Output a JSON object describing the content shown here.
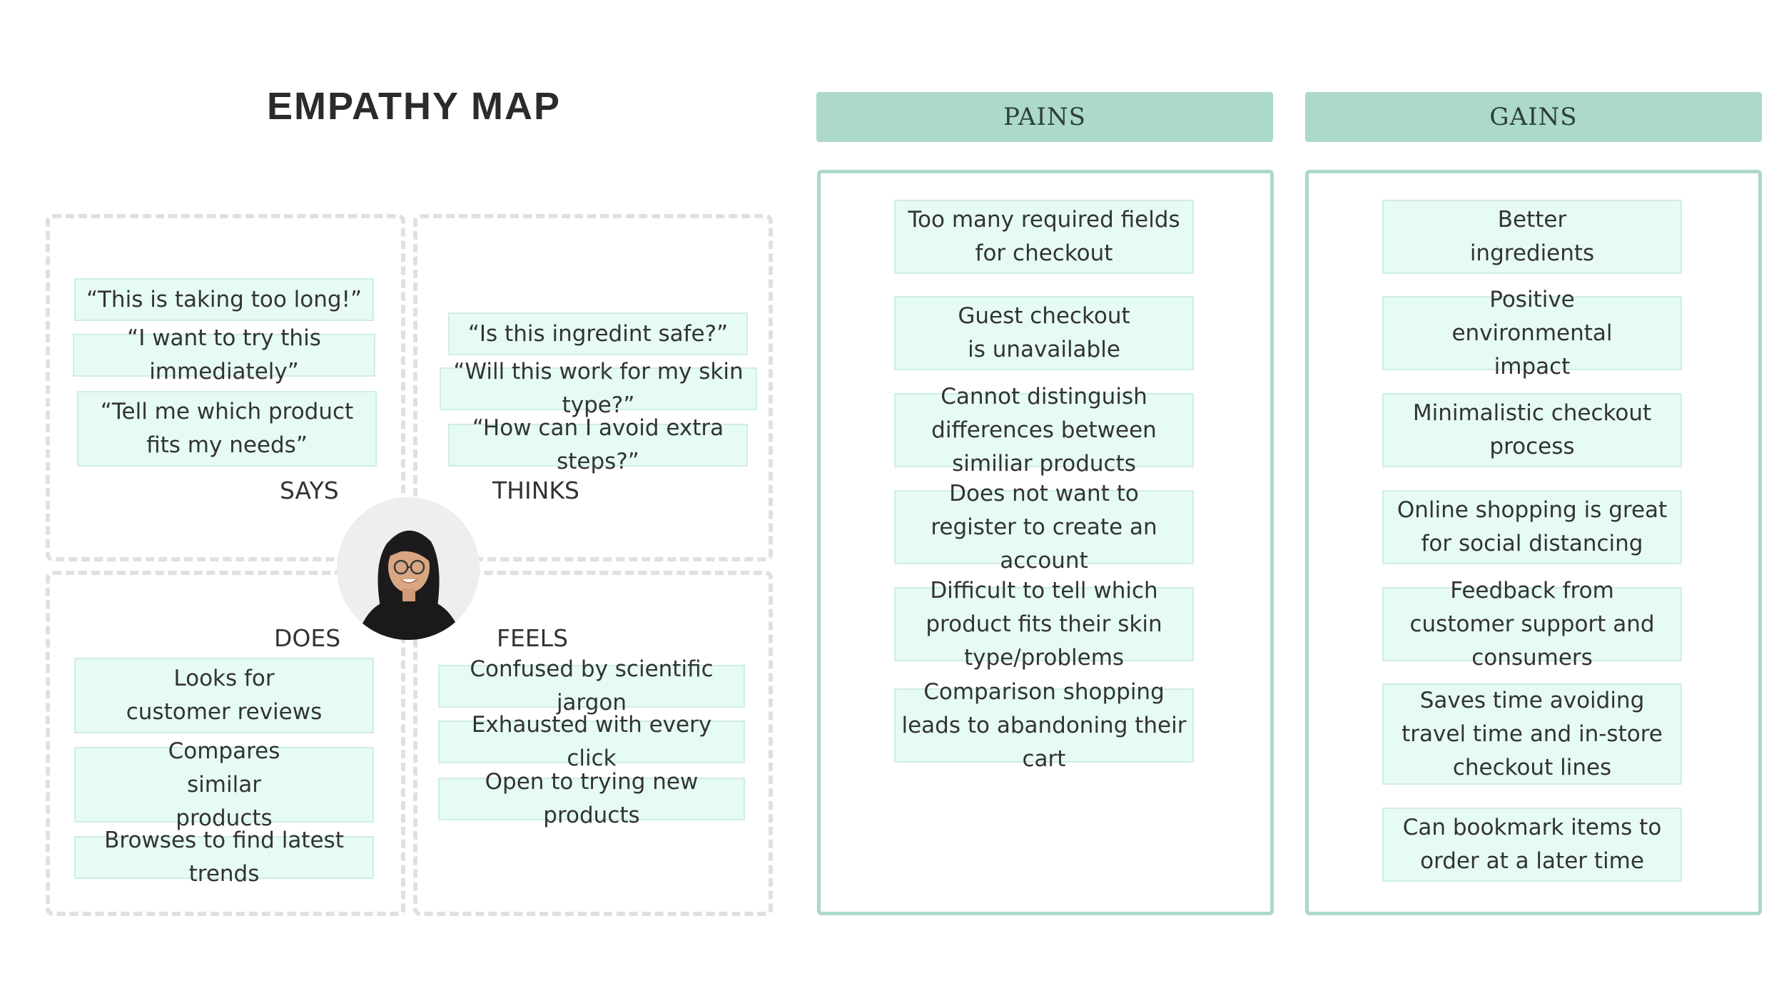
{
  "title": "EMPATHY MAP",
  "says": {
    "label": "SAYS",
    "items": [
      "“This is taking too long!”",
      "“I want to try this  immediately”",
      "“Tell me which product fits my needs”"
    ]
  },
  "thinks": {
    "label": "THINKS",
    "items": [
      "“Is this ingredint safe?”",
      "“Will this work for my skin type?”",
      "“How can I avoid extra steps?”"
    ]
  },
  "does": {
    "label": "DOES",
    "items": [
      "Looks for customer reviews",
      "Compares similar products",
      "Browses to find latest trends"
    ]
  },
  "feels": {
    "label": "FEELS",
    "items": [
      "Confused by scientific jargon",
      "Exhausted with every click",
      "Open to trying new products"
    ]
  },
  "pains": {
    "label": "PAINS",
    "items": [
      "Too many required fields for checkout",
      "Guest checkout is unavailable",
      "Cannot distinguish differences between similiar products",
      "Does not want to register to create an account",
      "Difficult to tell which product fits their skin type/problems",
      "Comparison shopping leads to abandoning their cart"
    ]
  },
  "gains": {
    "label": "GAINS",
    "items": [
      "Better ingredients",
      "Positive environmental impact",
      "Minimalistic checkout process",
      "Online shopping is great for social distancing",
      "Feedback from customer support and consumers",
      "Saves time avoiding travel time and in-store checkout lines",
      "Can bookmark items to order at a later time"
    ]
  },
  "colors": {
    "accent": "#acd9c9",
    "note_bg": "#e6fbf3",
    "dashed": "#e0e0e0"
  }
}
